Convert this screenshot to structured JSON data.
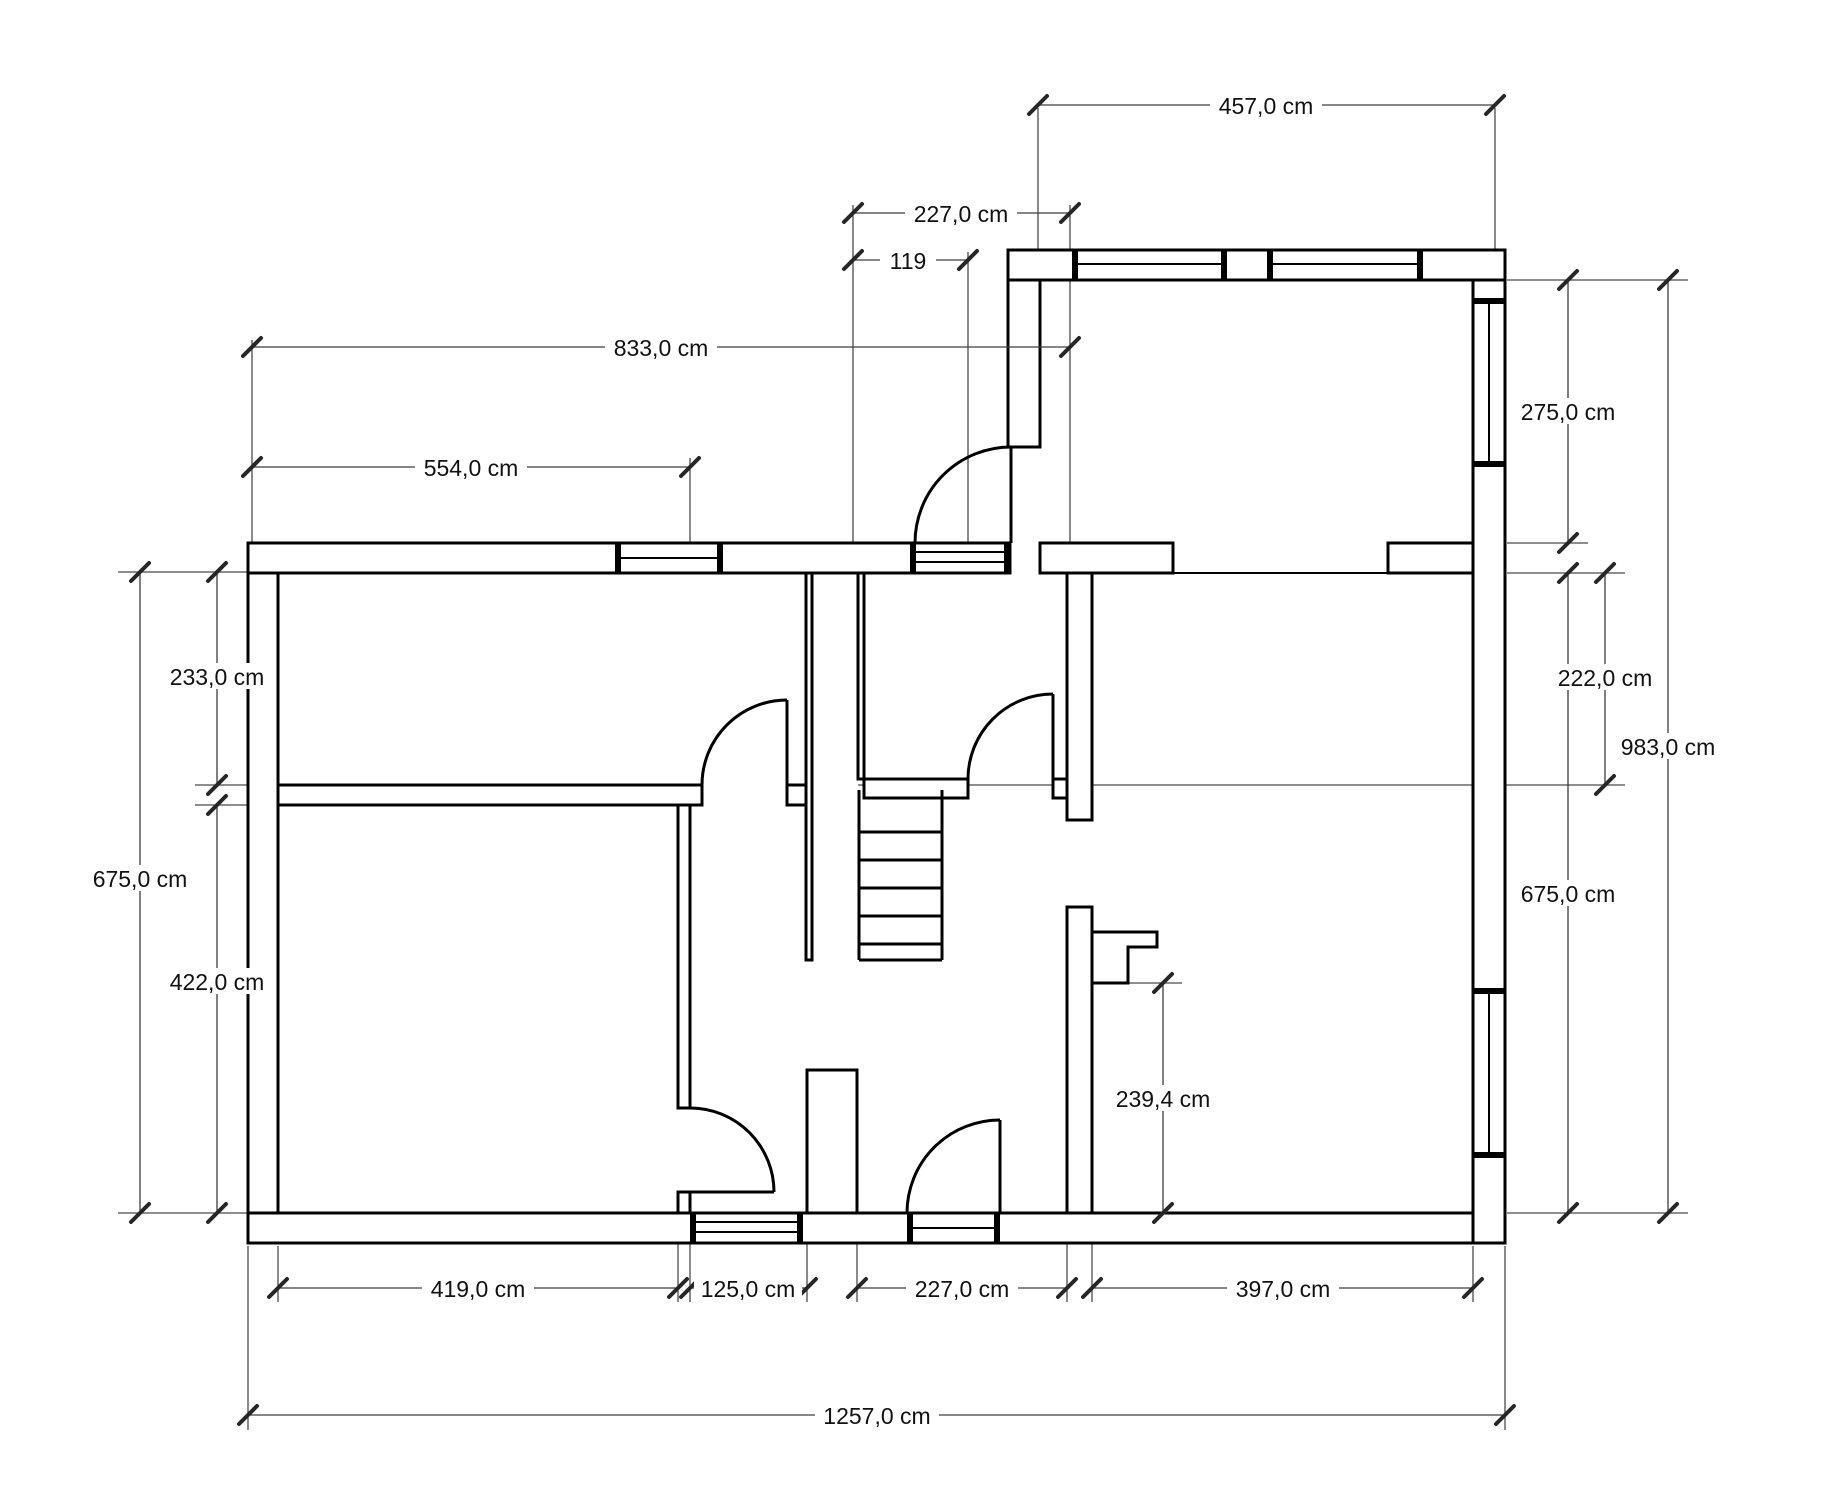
{
  "drawing": {
    "kind": "architectural-floor-plan",
    "unit": "cm",
    "background": "#ffffff",
    "wall_color": "#000000",
    "dimension_line_color": "#3d3d3d",
    "dimensions": {
      "top_457": {
        "label": "457,0 cm",
        "value": 457.0,
        "side": "top"
      },
      "top_227": {
        "label": "227,0 cm",
        "value": 227.0,
        "side": "top"
      },
      "top_119": {
        "label": "119",
        "value": 119,
        "side": "top"
      },
      "top_833": {
        "label": "833,0 cm",
        "value": 833.0,
        "side": "top"
      },
      "top_554": {
        "label": "554,0 cm",
        "value": 554.0,
        "side": "top"
      },
      "left_233": {
        "label": "233,0 cm",
        "value": 233.0,
        "side": "left"
      },
      "left_675": {
        "label": "675,0 cm",
        "value": 675.0,
        "side": "left"
      },
      "left_422": {
        "label": "422,0 cm",
        "value": 422.0,
        "side": "left"
      },
      "right_275": {
        "label": "275,0 cm",
        "value": 275.0,
        "side": "right"
      },
      "right_222": {
        "label": "222,0 cm",
        "value": 222.0,
        "side": "right"
      },
      "right_983": {
        "label": "983,0 cm",
        "value": 983.0,
        "side": "right"
      },
      "right_675": {
        "label": "675,0 cm",
        "value": 675.0,
        "side": "right"
      },
      "mid_239": {
        "label": "239,4 cm",
        "value": 239.4,
        "side": "interior"
      },
      "bot_419": {
        "label": "419,0 cm",
        "value": 419.0,
        "side": "bottom"
      },
      "bot_125": {
        "label": "125,0 cm",
        "value": 125.0,
        "side": "bottom"
      },
      "bot_227": {
        "label": "227,0 cm",
        "value": 227.0,
        "side": "bottom"
      },
      "bot_397": {
        "label": "397,0 cm",
        "value": 397.0,
        "side": "bottom"
      },
      "bot_1257": {
        "label": "1257,0 cm",
        "value": 1257.0,
        "side": "bottom"
      }
    }
  }
}
